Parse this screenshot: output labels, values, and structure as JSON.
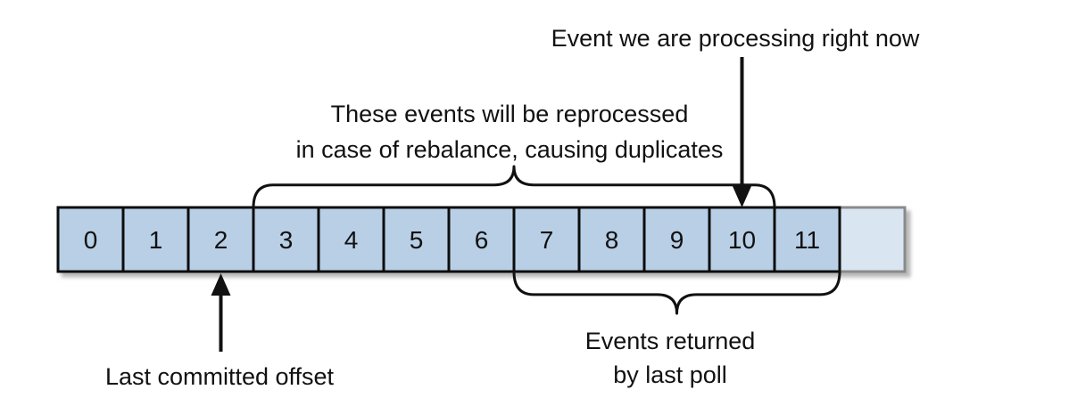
{
  "diagram": {
    "offsets": [
      "0",
      "1",
      "2",
      "3",
      "4",
      "5",
      "6",
      "7",
      "8",
      "9",
      "10",
      "11"
    ],
    "trailing_empty_cell": true,
    "cell_color": "#b8cfe6",
    "empty_cell_color": "#d9e6f2",
    "border_color": "#111111",
    "shadow_color": "#b5b5b5",
    "last_committed_index": 2,
    "processing_index": 10,
    "reprocessed_range": [
      3,
      10
    ],
    "last_poll_range": [
      7,
      11
    ],
    "labels": {
      "processing": "Event we are processing right now",
      "reprocessed_line1": "These events will be reprocessed",
      "reprocessed_line2": "in case of rebalance, causing duplicates",
      "last_committed": "Last committed offset",
      "last_poll_line1": "Events returned",
      "last_poll_line2": "by last poll"
    }
  }
}
